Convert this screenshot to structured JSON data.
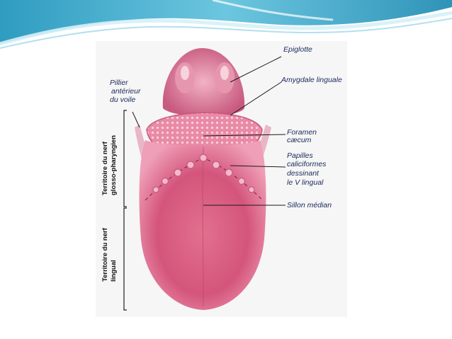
{
  "diagram": {
    "labels": {
      "epiglotte": "Epiglotte",
      "amygdale": "Amygdale linguale",
      "pillier": [
        "Pillier",
        "antérieur",
        "du voile"
      ],
      "foramen": [
        "Foramen",
        "cæcum"
      ],
      "papilles": [
        "Papilles",
        "caliciformes",
        "dessinant",
        "le V lingual"
      ],
      "sillon": "Sillon médian",
      "territoire_glosso": [
        "Territoire du nerf",
        "glosso-pharyngien"
      ],
      "territoire_lingual": [
        "Territoire du nerf",
        "lingual"
      ]
    }
  },
  "colors": {
    "header_teal": "#3fa7c4",
    "header_light": "#cfeef6",
    "tongue": "#d2557a",
    "tongue_light": "#f08cab",
    "tongue_dark": "#b03a62",
    "text": "#1a2a5a"
  }
}
